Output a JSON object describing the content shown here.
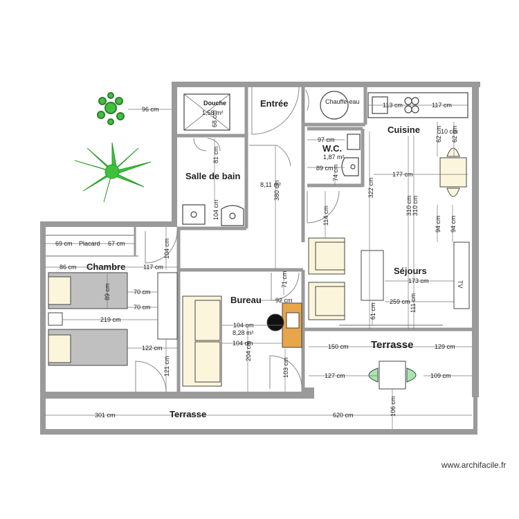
{
  "rooms": {
    "entree": "Entrée",
    "douche": "Douche",
    "chauffe_eau": "Chauffe-eau",
    "salle_de_bain": "Salle de bain",
    "wc": "W.C.",
    "cuisine": "Cuisine",
    "sejours": "Séjours",
    "chambre": "Chambre",
    "placard": "Placard",
    "bureau": "Bureau",
    "terrasse_east": "Terrasse",
    "terrasse_south": "Terrasse"
  },
  "areas": {
    "douche": "1,58 m²",
    "entree": "8,11 m²",
    "wc": "1,87 m²",
    "bureau": "8,28 m²"
  },
  "dimensions": {
    "plant_gap": "96 cm",
    "douche_h": "68 cm",
    "bain_v81": "81 cm",
    "bain_v104": "104 cm",
    "entree_v380": "380 cm",
    "wc_97": "97 cm",
    "wc_89": "89 cm",
    "wc_v74": "74 cm",
    "cuisine_113": "113 cm",
    "cuisine_117": "117 cm",
    "cuisine_10": "10 cm",
    "cuisine_v62": "62 cm",
    "cuisine_v62b": "62 cm",
    "sejour_177": "177 cm",
    "sejour_v322": "322 cm",
    "sejour_v310a": "310 cm",
    "sejour_v310b": "310 cm",
    "sejour_v114": "114 cm",
    "sejour_v94a": "94 cm",
    "sejour_v94b": "94 cm",
    "sejour_173": "173 cm",
    "sejour_259": "259 cm",
    "sejour_v61": "61 cm",
    "sejour_v111": "111 cm",
    "placard_69": "69 cm",
    "placard_67": "67 cm",
    "chambre_86": "86 cm",
    "chambre_117": "117 cm",
    "chambre_v104": "104 cm",
    "chambre_v89": "89 cm",
    "chambre_70a": "70 cm",
    "chambre_70b": "70 cm",
    "chambre_219": "219 cm",
    "chambre_122": "122 cm",
    "chambre_v121": "121 cm",
    "bureau_92": "92 cm",
    "bureau_v71": "71 cm",
    "bureau_104a": "104 cm",
    "bureau_104b": "104 cm",
    "bureau_v204": "204 cm",
    "bureau_v103": "103 cm",
    "terrasse_150": "150 cm",
    "terrasse_129": "129 cm",
    "terrasse_127": "127 cm",
    "terrasse_109": "109 cm",
    "terrasse_301": "301 cm",
    "terrasse_620": "620 cm",
    "terrasse_v106": "106 cm"
  },
  "tv_label": "TV",
  "watermark": "www.archifacile.fr",
  "colors": {
    "wall": "#9a9a9a",
    "furniture_cream": "#fbf5dc",
    "bed_grey": "#c0c0c0",
    "desk_orange": "#e8a54a",
    "chair_green": "#a8e6b0",
    "plant_green": "#3ec23e",
    "dim_line": "#555555"
  }
}
